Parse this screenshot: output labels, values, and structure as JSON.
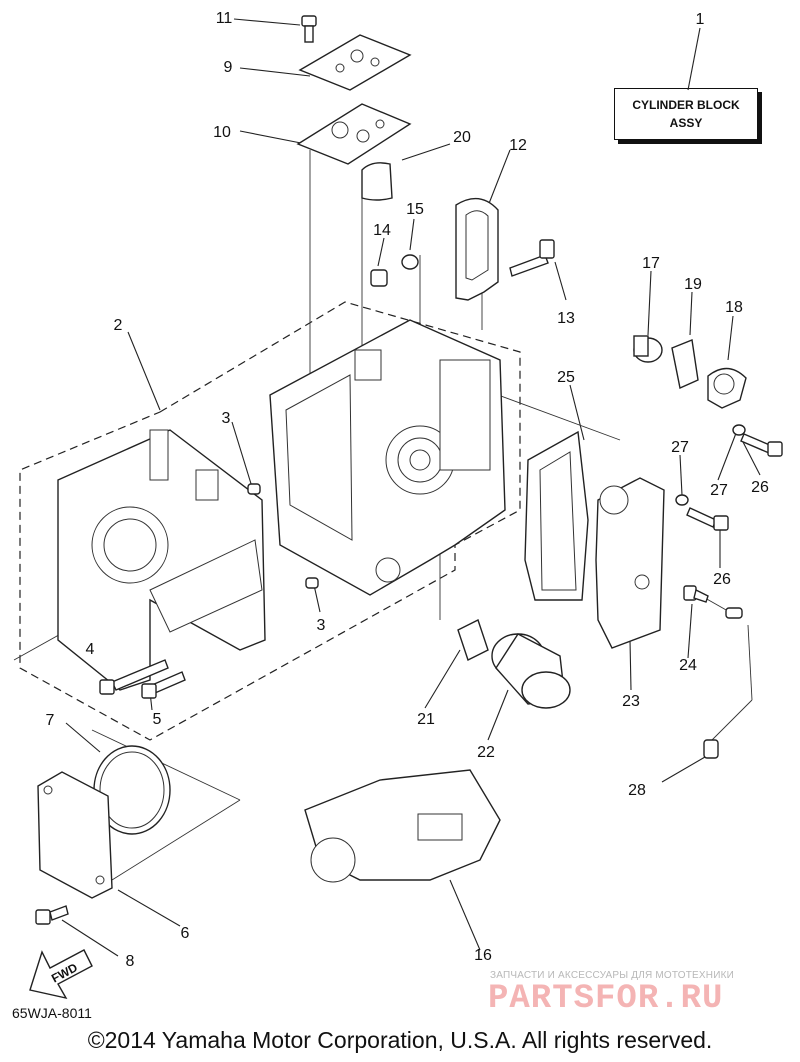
{
  "title_box": {
    "line1": "CYLINDER BLOCK",
    "line2": "ASSY"
  },
  "fwd_arrow": {
    "label": "FWD"
  },
  "diagram_code": "65WJA-8011",
  "copyright": "©2014 Yamaha Motor Corporation, U.S.A. All rights reserved.",
  "watermark": {
    "caption": "ЗАПЧАСТИ И АКСЕССУАРЫ ДЛЯ МОТОТЕХНИКИ",
    "logo": "PARTSFOR.RU"
  },
  "callouts": [
    "1",
    "2",
    "3",
    "3",
    "4",
    "5",
    "6",
    "7",
    "8",
    "9",
    "10",
    "11",
    "12",
    "13",
    "14",
    "15",
    "16",
    "17",
    "18",
    "19",
    "20",
    "21",
    "22",
    "23",
    "24",
    "25",
    "26",
    "26",
    "27",
    "27",
    "28"
  ]
}
